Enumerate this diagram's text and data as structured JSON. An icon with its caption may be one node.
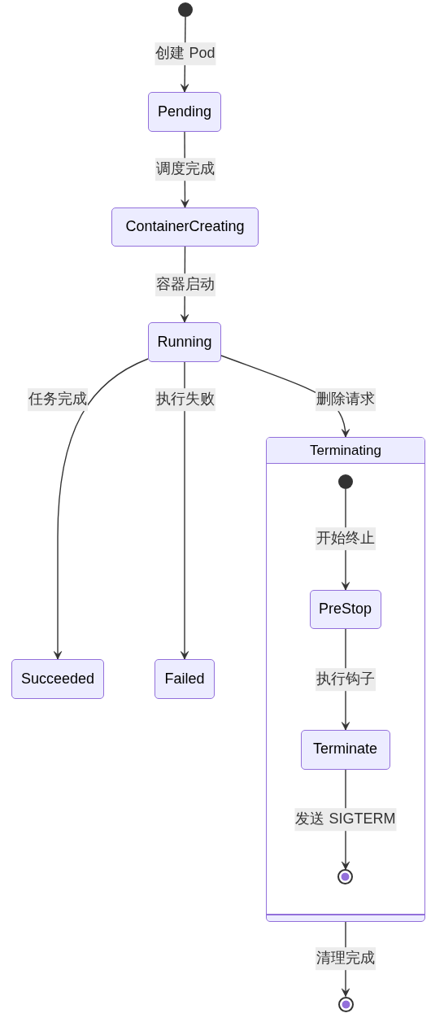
{
  "diagram": {
    "nodes": [
      {
        "text": [],
        "shape": "circle"
      },
      {
        "text": [
          "Pending"
        ]
      },
      {
        "text": [
          "ContainerCreating"
        ]
      },
      {
        "text": [
          "Running"
        ]
      },
      {
        "text": [
          "Succeeded"
        ]
      },
      {
        "text": [
          "Failed"
        ]
      },
      {
        "text": [
          "Terminating"
        ]
      },
      {
        "text": [],
        "shape": "circle",
        "in": 6
      },
      {
        "text": [
          "PreStop"
        ],
        "in": 6
      },
      {
        "text": [
          "Terminate"
        ],
        "in": 6
      },
      {
        "text": [],
        "shape": "bullseye",
        "in": 6
      },
      {
        "text": [],
        "shape": "bullseye"
      }
    ],
    "edges": [
      {
        "from": 0,
        "to": 1,
        "arrow": "to",
        "label": "创建 Pod"
      },
      {
        "from": 1,
        "to": 2,
        "arrow": "to",
        "label": "调度完成"
      },
      {
        "from": 2,
        "to": 3,
        "arrow": "to",
        "label": "容器启动"
      },
      {
        "from": 3,
        "to": 4,
        "arrow": "to",
        "label": "任务完成"
      },
      {
        "from": 3,
        "to": 5,
        "arrow": "to",
        "label": "执行失败"
      },
      {
        "from": 3,
        "to": 6,
        "arrow": "to",
        "label": "删除请求"
      },
      {
        "from": 7,
        "to": 8,
        "arrow": "to",
        "label": "开始终止"
      },
      {
        "from": 8,
        "to": 9,
        "arrow": "to",
        "label": "执行钩子"
      },
      {
        "from": 9,
        "to": 10,
        "arrow": "to",
        "label": "发送 SIGTERM"
      },
      {
        "from": 6,
        "to": 11,
        "arrow": "to",
        "label": "清理完成"
      }
    ]
  }
}
